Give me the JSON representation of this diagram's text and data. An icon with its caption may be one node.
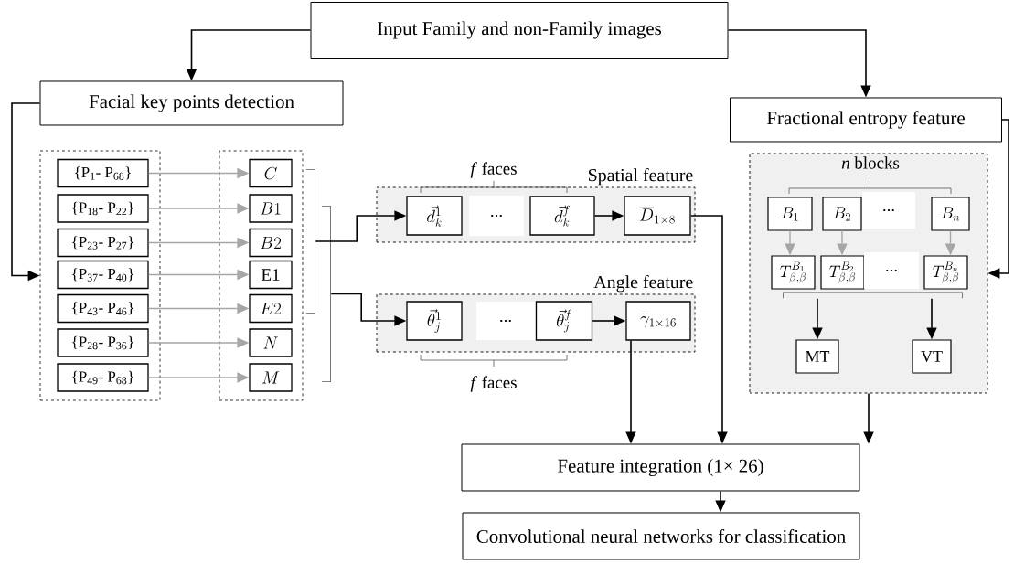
{
  "diagram": {
    "nodes": [
      {
        "text": [
          "Input Family and non-Family images"
        ]
      },
      {
        "text": [
          "Facial key points detection"
        ]
      },
      {
        "text": [
          "Fractional entropy feature"
        ]
      },
      {
        "text": [],
        "shape": "box"
      },
      {
        "text": [
          "{P$_{1}$- P$_{68}$}"
        ],
        "in": 3
      },
      {
        "text": [
          "{P$_{18}$- P$_{22}$}"
        ],
        "in": 3
      },
      {
        "text": [
          "{P$_{23}$- P$_{27}$}"
        ],
        "in": 3
      },
      {
        "text": [
          "{P$_{37}$- P$_{40}$}"
        ],
        "in": 3
      },
      {
        "text": [
          "{P$_{43}$- P$_{46}$}"
        ],
        "in": 3
      },
      {
        "text": [
          "{P$_{28}$- P$_{36}$}"
        ],
        "in": 3
      },
      {
        "text": [
          "{P$_{49}$- P$_{68}$}"
        ],
        "in": 3
      },
      {
        "text": [],
        "shape": "box"
      },
      {
        "text": [
          "C"
        ],
        "in": 11
      },
      {
        "text": [
          "B1"
        ],
        "in": 11
      },
      {
        "text": [
          "B2"
        ],
        "in": 11
      },
      {
        "text": [
          "E1"
        ],
        "in": 11
      },
      {
        "text": [
          "E2"
        ],
        "in": 11
      },
      {
        "text": [
          "N"
        ],
        "in": 11
      },
      {
        "text": [
          "M"
        ],
        "in": 11
      },
      {
        "text": [
          "Spatial feature"
        ]
      },
      {
        "text": [
          "\\vec{d}_k^1"
        ],
        "in": 19
      },
      {
        "text": [
          "\\vec{d}_k^f"
        ],
        "in": 19
      },
      {
        "text": [
          "\\overline{D}_{1\\times 8}"
        ],
        "in": 19
      },
      {
        "text": [
          "Angle feature"
        ]
      },
      {
        "text": [
          "\\vec{\\theta}_j^1"
        ],
        "in": 23
      },
      {
        "text": [
          "\\vec{\\theta}_j^f"
        ],
        "in": 23
      },
      {
        "text": [
          "\\bar{\\gamma}_{1\\times 16}"
        ],
        "in": 23
      },
      {
        "text": [],
        "shape": "box"
      },
      {
        "text": [
          "B_1"
        ],
        "in": 27
      },
      {
        "text": [
          "B_2"
        ],
        "in": 27
      },
      {
        "text": [
          "B_n"
        ],
        "in": 27
      },
      {
        "text": [
          "T_{\\beta,\\beta}^{B_1}"
        ],
        "in": 27
      },
      {
        "text": [
          "T_{\\beta,\\beta}^{B_2}"
        ],
        "in": 27
      },
      {
        "text": [
          "T_{\\beta,\\beta}^{B_n}"
        ],
        "in": 27
      },
      {
        "text": [
          "MT"
        ],
        "in": 27
      },
      {
        "text": [
          "VT"
        ],
        "in": 27
      },
      {
        "text": [
          "Feature integration (1× 26)"
        ]
      },
      {
        "text": [
          "Convolutional neural networks for classification"
        ]
      },
      {
        "text": [],
        "shape": "bracket"
      },
      {
        "text": [],
        "shape": "bracket"
      },
      {
        "text": [],
        "shape": "bracket",
        "in": 27
      }
    ],
    "edges": [
      {
        "from": 0,
        "to": 1,
        "arrow": "to"
      },
      {
        "from": 0,
        "to": 2,
        "arrow": "to"
      },
      {
        "from": 1,
        "to": 3,
        "arrow": "to"
      },
      {
        "from": 2,
        "to": 27,
        "arrow": "to"
      },
      {
        "from": 4,
        "to": 12,
        "arrow": "to",
        "color": "#a6a6a6"
      },
      {
        "from": 5,
        "to": 13,
        "arrow": "to",
        "color": "#a6a6a6"
      },
      {
        "from": 6,
        "to": 14,
        "arrow": "to",
        "color": "#a6a6a6"
      },
      {
        "from": 7,
        "to": 15,
        "arrow": "to",
        "color": "#a6a6a6"
      },
      {
        "from": 8,
        "to": 16,
        "arrow": "to",
        "color": "#a6a6a6"
      },
      {
        "from": 9,
        "to": 17,
        "arrow": "to",
        "color": "#a6a6a6"
      },
      {
        "from": 10,
        "to": 18,
        "arrow": "to",
        "color": "#a6a6a6"
      },
      {
        "from": 38,
        "to": 20,
        "arrow": "to"
      },
      {
        "from": 39,
        "to": 24,
        "arrow": "to"
      },
      {
        "from": 21,
        "to": 22,
        "arrow": "to"
      },
      {
        "from": 25,
        "to": 26,
        "arrow": "to"
      },
      {
        "from": 28,
        "to": 31,
        "arrow": "to",
        "color": "#a6a6a6"
      },
      {
        "from": 29,
        "to": 32,
        "arrow": "to",
        "color": "#a6a6a6"
      },
      {
        "from": 30,
        "to": 33,
        "arrow": "to",
        "color": "#a6a6a6"
      },
      {
        "from": 40,
        "to": 34,
        "arrow": "to"
      },
      {
        "from": 40,
        "to": 35,
        "arrow": "to"
      },
      {
        "from": 22,
        "to": 36,
        "arrow": "to"
      },
      {
        "from": 26,
        "to": 36,
        "arrow": "to"
      },
      {
        "from": 27,
        "to": 36,
        "arrow": "to"
      },
      {
        "from": 36,
        "to": 37,
        "arrow": "to"
      }
    ],
    "labels": [
      "*f* faces",
      "*n* blocks",
      "...",
      "...",
      "...",
      "...",
      "*f* faces"
    ]
  }
}
